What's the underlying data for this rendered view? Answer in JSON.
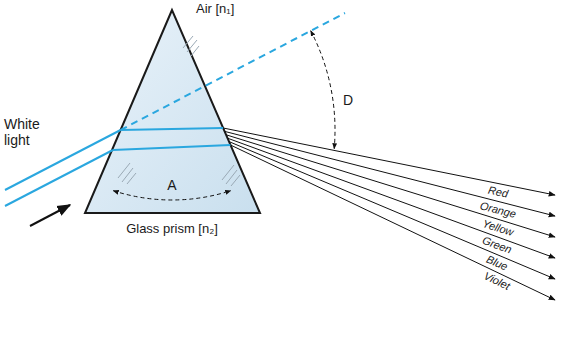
{
  "diagram": {
    "labels": [
      "Air [n₁]",
      "White light",
      "A",
      "D",
      "Red",
      "Orange",
      "Yellow",
      "Green",
      "Blue",
      "Violet",
      "Glass prism [n₂]"
    ]
  }
}
